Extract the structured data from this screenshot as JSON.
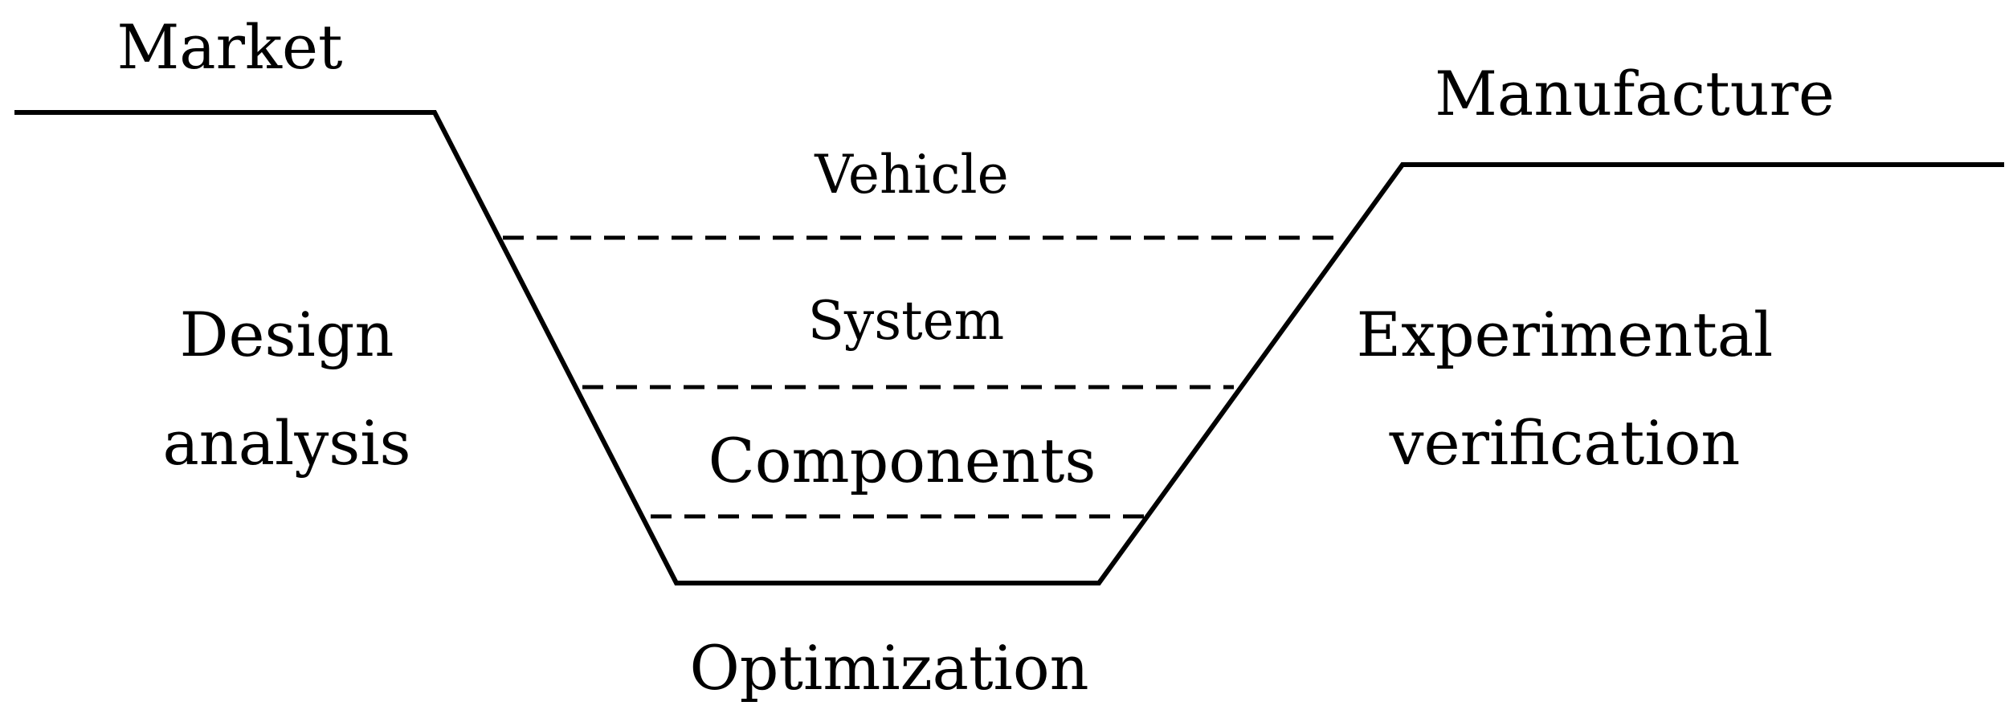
{
  "labels": {
    "market": "Market",
    "manufacture": "Manufacture",
    "design_line1": "Design",
    "design_line2": "analysis",
    "experimental_line1": "Experimental",
    "experimental_line2": "verification",
    "vehicle": "Vehicle",
    "system": "System",
    "components": "Components",
    "optimization": "Optimization"
  },
  "colors": {
    "stroke": "#000000",
    "background": "#ffffff"
  }
}
